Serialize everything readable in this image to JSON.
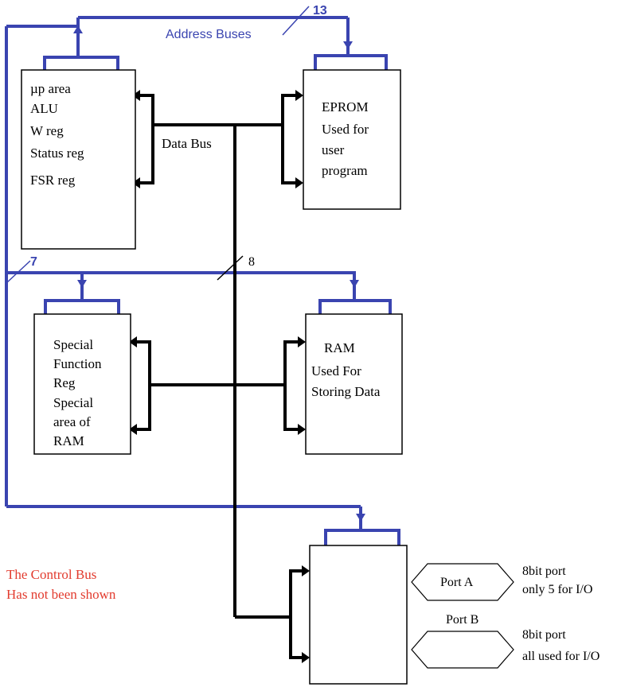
{
  "colors": {
    "address_bus": "#3a44b0",
    "data_bus": "#000000",
    "note": "#e23b2e"
  },
  "address_bus": {
    "label": "Address Buses",
    "width_top": "13",
    "width_mid": "7"
  },
  "data_bus": {
    "label": "Data Bus",
    "width": "8"
  },
  "blocks": {
    "mp": {
      "lines": [
        "µp  area",
        "ALU",
        "W reg",
        "Status reg",
        "FSR reg"
      ]
    },
    "eprom": {
      "lines": [
        "EPROM",
        "Used for",
        "user",
        "program"
      ]
    },
    "sfr": {
      "lines": [
        "Special",
        "Function",
        "Reg",
        "Special",
        "area of",
        "RAM"
      ]
    },
    "ram": {
      "lines": [
        "RAM",
        "Used For",
        "Storing Data"
      ]
    },
    "io": {
      "lines": []
    }
  },
  "ports": {
    "a": {
      "label": "Port A",
      "desc": [
        "8bit port",
        "only 5 for I/O"
      ]
    },
    "b": {
      "label": "Port B",
      "desc": [
        "8bit port",
        "all used for I/O"
      ]
    }
  },
  "note": [
    "The Control Bus",
    "Has not been shown"
  ]
}
